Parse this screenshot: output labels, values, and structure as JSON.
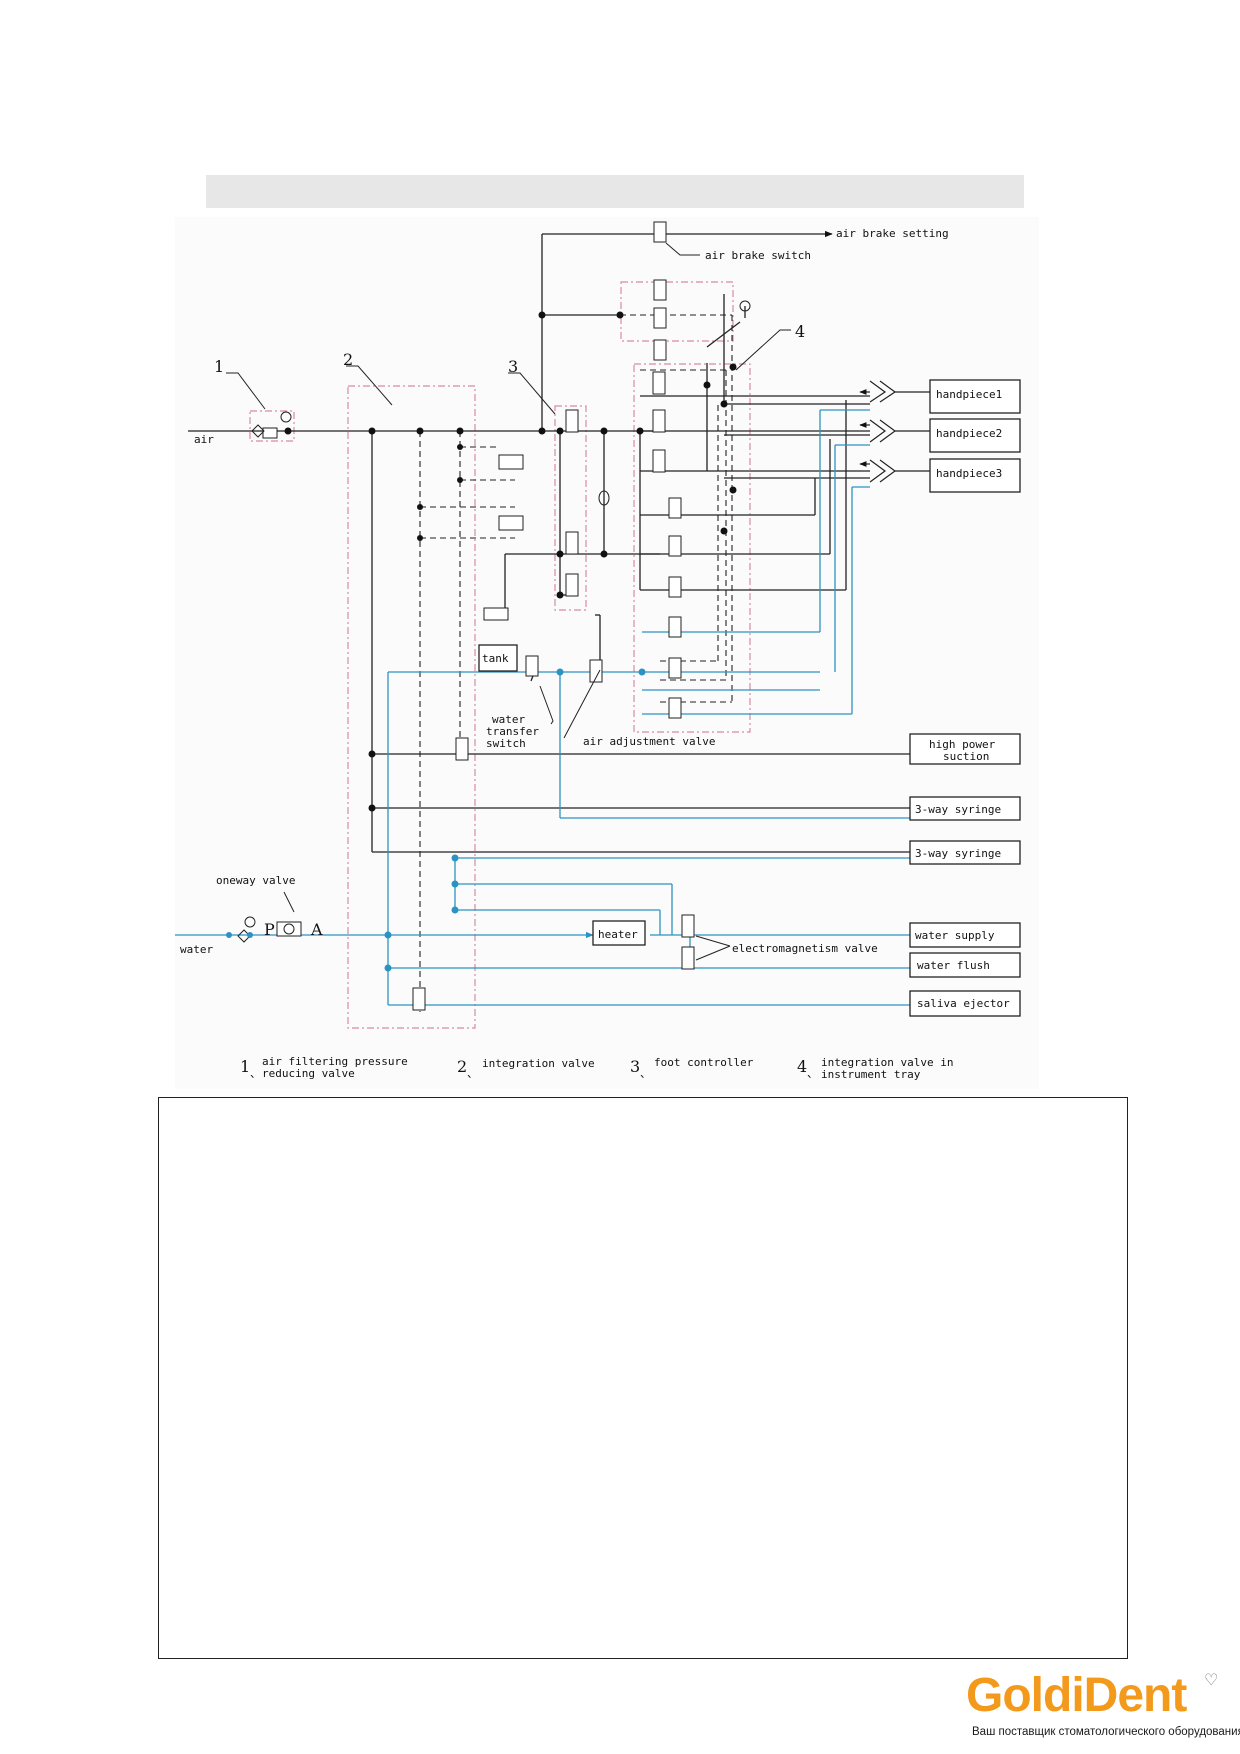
{
  "labels": {
    "air_brake_setting": "air brake setting",
    "air_brake_switch": "air brake switch",
    "air": "air",
    "handpiece1": "handpiece1",
    "handpiece2": "handpiece2",
    "handpiece3": "handpiece3",
    "tank": "tank",
    "water_transfer_switch_1": "water",
    "water_transfer_switch_2": "transfer",
    "water_transfer_switch_3": "switch",
    "air_adjustment_valve": "air adjustment valve",
    "high_power_suction_1": "high power",
    "high_power_suction_2": "suction",
    "three_way_syringe_a": "3-way syringe",
    "three_way_syringe_b": "3-way syringe",
    "oneway_valve": "oneway valve",
    "port_p": "P",
    "port_a": "A",
    "water": "water",
    "heater": "heater",
    "water_supply": "water supply",
    "electromagnetism_valve": "electromagnetism valve",
    "water_flush": "water flush",
    "saliva_ejector": "saliva ejector"
  },
  "callouts": [
    "1",
    "2",
    "3",
    "4"
  ],
  "legend": [
    {
      "num": "1",
      "sep": "、",
      "line1": "air filtering pressure",
      "line2": "reducing valve"
    },
    {
      "num": "2",
      "sep": "、",
      "line1": "integration valve",
      "line2": ""
    },
    {
      "num": "3",
      "sep": "、",
      "line1": "foot controller",
      "line2": ""
    },
    {
      "num": "4",
      "sep": "、",
      "line1": "integration valve in",
      "line2": "instrument tray"
    }
  ],
  "logo": {
    "brand": "GoldiDent",
    "tagline": "Ваш поставщик стоматологического оборудования",
    "icon": "tooth-icon"
  },
  "colors": {
    "air_line": "#222222",
    "water_line": "#2b93c3",
    "module_boundary": "#d98aa9",
    "brand": "#f39a1d"
  }
}
